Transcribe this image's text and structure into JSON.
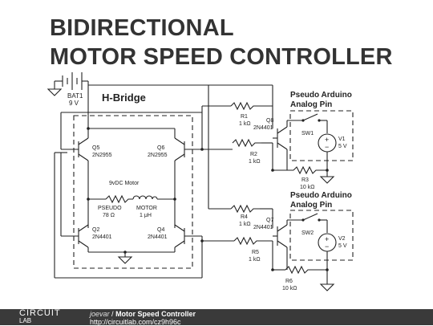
{
  "title": {
    "line1": "BIDIRECTIONAL",
    "line2": "MOTOR SPEED CONTROLLER"
  },
  "labels": {
    "hbridge": "H-Bridge",
    "bat_name": "BAT1",
    "bat_val": "9 V",
    "q5_name": "Q5",
    "q5_part": "2N2955",
    "q6_name": "Q6",
    "q6_part": "2N2955",
    "q2_name": "Q2",
    "q2_part": "2N4401",
    "q4_name": "Q4",
    "q4_part": "2N4401",
    "motor_caption": "9vDC Motor",
    "pseudo_name": "PSEUDO",
    "pseudo_val": "78 Ω",
    "motor_name": "MOTOR",
    "motor_val": "1 μH",
    "ard_top_1": "Pseudo Arduino",
    "ard_top_2": "Analog Pin",
    "ard_bot_1": "Pseudo Arduino",
    "ard_bot_2": "Analog Pin",
    "r1_name": "R1",
    "r1_val": "1 kΩ",
    "q8_name": "Q8",
    "q8_part": "2N4401",
    "r2_name": "R2",
    "r2_val": "1 kΩ",
    "sw1_name": "SW1",
    "v1_name": "V1",
    "v1_val": "5 V",
    "r3_name": "R3",
    "r3_val": "10 kΩ",
    "r4_name": "R4",
    "r4_val": "1 kΩ",
    "q7_name": "Q7",
    "q7_part": "2N4401",
    "r5_name": "R5",
    "r5_val": "1 kΩ",
    "sw2_name": "SW2",
    "v2_name": "V2",
    "v2_val": "5 V",
    "r6_name": "R6",
    "r6_val": "10 kΩ",
    "plus": "+",
    "minus": "−"
  },
  "footer": {
    "logo_top": "CIRCUIT",
    "logo_bottom": "LAB",
    "user": "joevar",
    "separator": "/",
    "project": "Motor Speed Controller",
    "url": "http://circuitlab.com/cz9h96c"
  }
}
